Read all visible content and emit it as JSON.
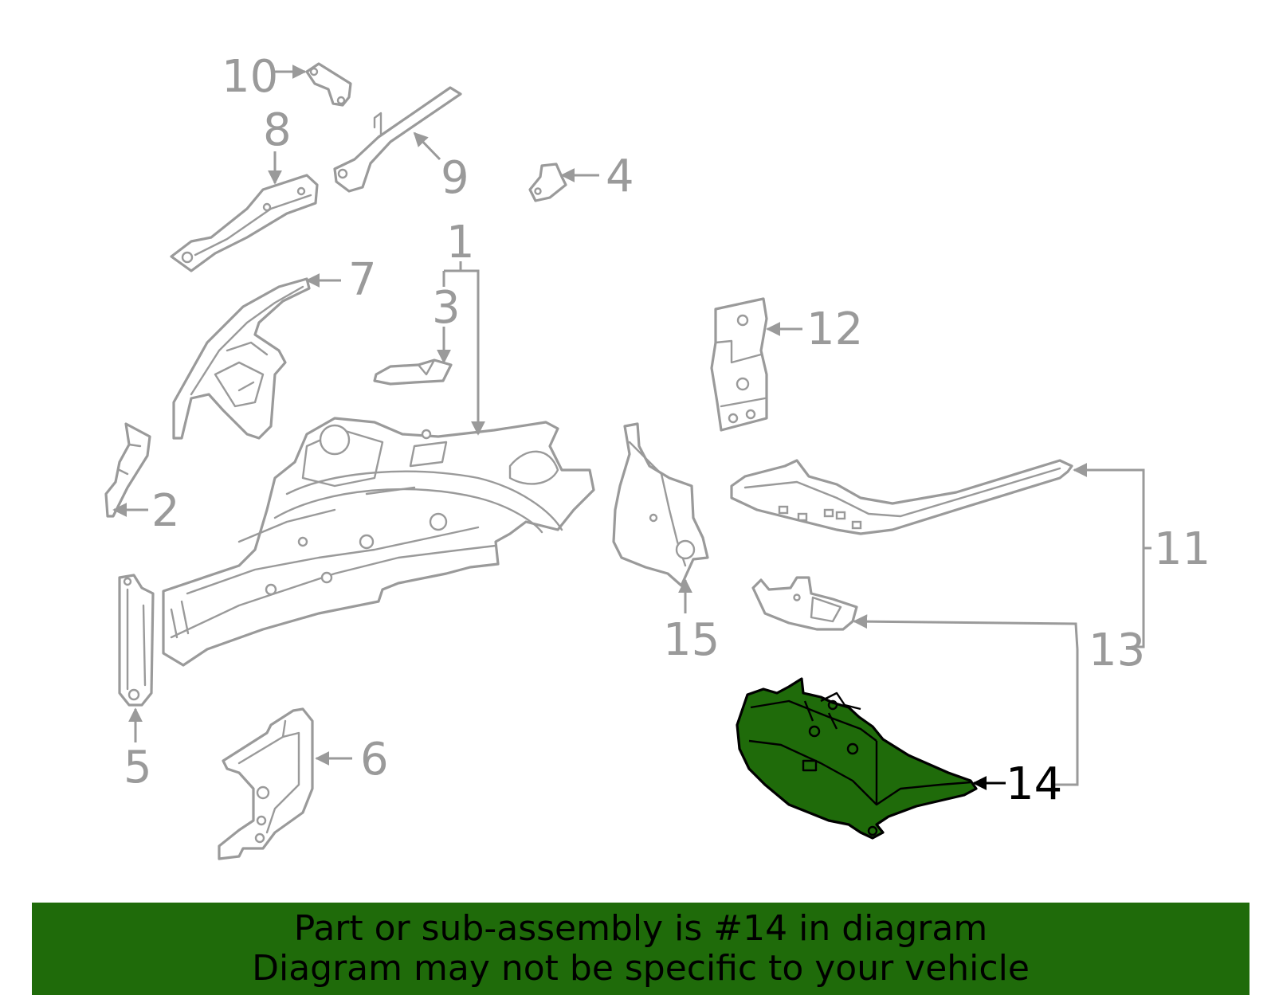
{
  "diagram": {
    "highlight_color": "#1f6b0a",
    "line_color": "#9a9a9a",
    "highlighted_part": "14",
    "callouts": {
      "c1": "1",
      "c2": "2",
      "c3": "3",
      "c4": "4",
      "c5": "5",
      "c6": "6",
      "c7": "7",
      "c8": "8",
      "c9": "9",
      "c10": "10",
      "c11": "11",
      "c12": "12",
      "c13": "13",
      "c14": "14",
      "c15": "15"
    }
  },
  "banner": {
    "line1": "Part or sub-assembly is #14 in diagram",
    "line2": "Diagram may not be specific to your vehicle"
  }
}
